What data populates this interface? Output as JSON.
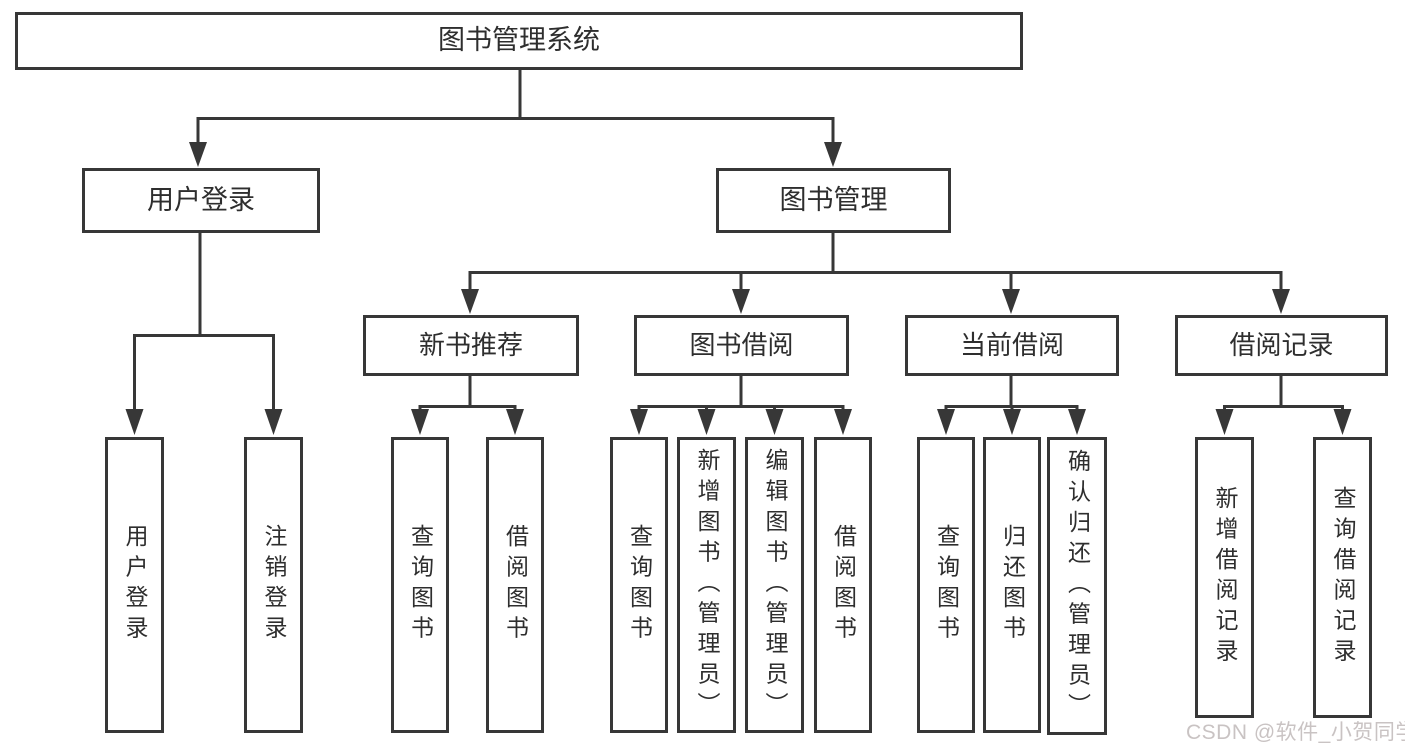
{
  "diagram_title": "图书管理系统",
  "nodes": {
    "root": "图书管理系统",
    "user_login": "用户登录",
    "book_mgmt": "图书管理",
    "new_book_rec": "新书推荐",
    "book_borrow": "图书借阅",
    "current_borrow": "当前借阅",
    "borrow_records": "借阅记录"
  },
  "leaves": {
    "g1": [
      "用户登录",
      "注销登录"
    ],
    "g2": [
      "查询图书",
      "借阅图书"
    ],
    "g3": [
      "查询图书",
      "新增图书（管理员）",
      "编辑图书（管理员）",
      "借阅图书"
    ],
    "g4": [
      "查询图书",
      "归还图书",
      "确认归还（管理员）"
    ],
    "g5": [
      "新增借阅记录",
      "查询借阅记录"
    ]
  },
  "watermark": {
    "text": "CSDN @软件_小贺同学"
  },
  "colors": {
    "line": "#373737",
    "text": "#2e2e2e",
    "background": "#ffffff",
    "watermark": "#c9c3c3"
  }
}
